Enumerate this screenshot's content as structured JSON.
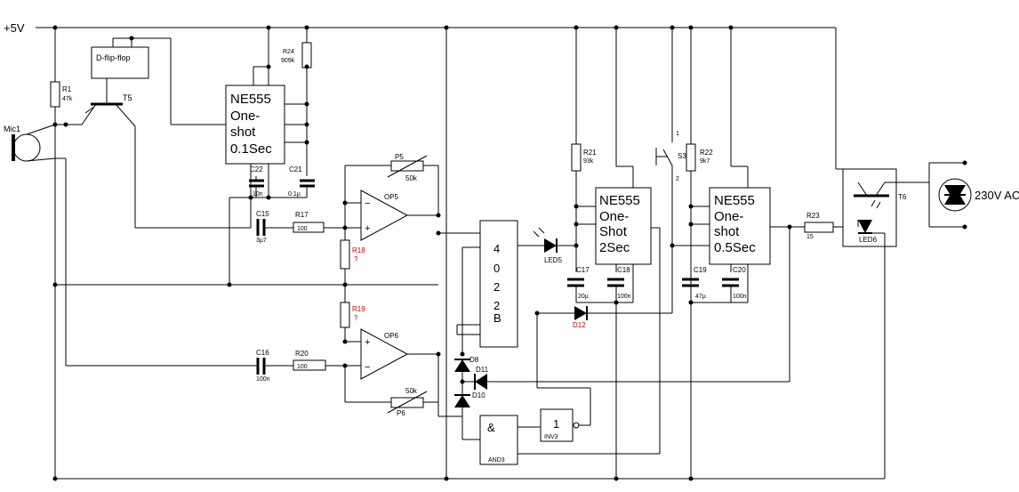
{
  "supply": {
    "label": "+5V"
  },
  "mic": {
    "label": "Mic1"
  },
  "flipflop": {
    "label": "D-flip-flop"
  },
  "transistor": {
    "label": "T5"
  },
  "ic_oneshot_1": {
    "l1": "NE555",
    "l2": "One-",
    "l3": "shot",
    "l4": "0.1Sec"
  },
  "ic_oneshot_2": {
    "l1": "NE555",
    "l2": "One-",
    "l3": "Shot",
    "l4": "2Sec"
  },
  "ic_oneshot_3": {
    "l1": "NE555",
    "l2": "One-",
    "l3": "shot",
    "l4": "0.5Sec"
  },
  "ic_counter": {
    "l1": "4",
    "l2": "0",
    "l3": "2",
    "l4": "2",
    "l5": "B"
  },
  "resistors": {
    "r1": {
      "name": "R1",
      "value": "47k"
    },
    "r24": {
      "name": "R24",
      "value": "909k"
    },
    "r17": {
      "name": "R17",
      "value": "100"
    },
    "r18": {
      "name": "R18",
      "value": "?"
    },
    "r19": {
      "name": "R19",
      "value": "?"
    },
    "r20": {
      "name": "R20",
      "value": "100"
    },
    "r21": {
      "name": "R21",
      "value": "93k"
    },
    "r22": {
      "name": "R22",
      "value": "9k7"
    },
    "r23": {
      "name": "R23",
      "value": "15"
    }
  },
  "capacitors": {
    "c22": {
      "name": "C22",
      "value": "10n"
    },
    "c21": {
      "name": "C21",
      "value": "0.1µ"
    },
    "c15": {
      "name": "C15",
      "value": "3µ7"
    },
    "c16": {
      "name": "C16",
      "value": "100n"
    },
    "c17": {
      "name": "C17",
      "value": "20µ"
    },
    "c18": {
      "name": "C18",
      "value": "100n"
    },
    "c19": {
      "name": "C19",
      "value": "47µ"
    },
    "c20": {
      "name": "C20",
      "value": "100n"
    }
  },
  "opamps": {
    "op5": "OP5",
    "op6": "OP6"
  },
  "pots": {
    "p5": {
      "name": "P5",
      "value": "50k"
    },
    "p6": {
      "name": "P6",
      "value": "50k"
    }
  },
  "diodes": {
    "d8": "D8",
    "d10": "D10",
    "d11": "D11",
    "d12": "D12"
  },
  "leds": {
    "led5": "LED5",
    "led6": "LED6"
  },
  "switch": {
    "name": "S3",
    "pin1": "1",
    "pin2": "2"
  },
  "gates": {
    "and_symbol": "&",
    "and_name": "AND3",
    "inv_symbol": "1",
    "inv_name": "INV3"
  },
  "optotriac": {
    "name": "T6"
  },
  "load": {
    "label": "230V AC"
  },
  "opamp_signs": {
    "minus": "−",
    "plus": "+"
  }
}
